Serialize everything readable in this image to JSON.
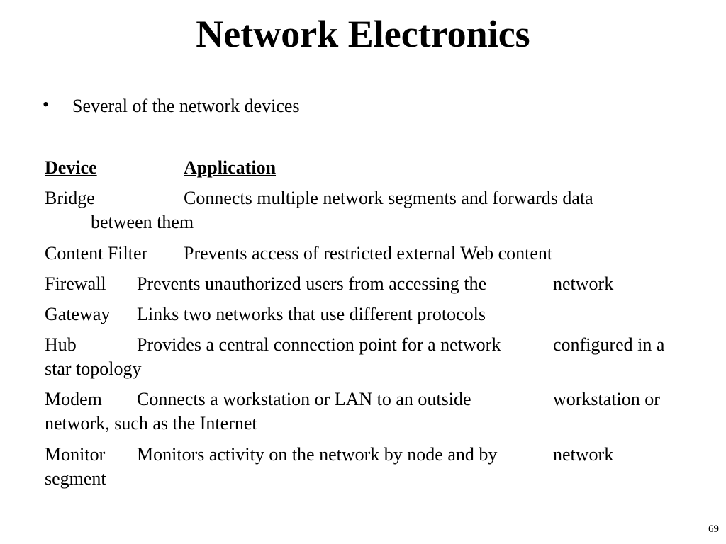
{
  "title": "Network Electronics",
  "bullet": "Several of the network devices",
  "table": {
    "header_device": "Device ",
    "header_application": "Application",
    "rows": [
      {
        "device": "Bridge",
        "app": "Connects multiple network segments and forwards data",
        "cont": "between them"
      },
      {
        "device": "Content Filter",
        "app": "Prevents access of restricted external Web content"
      },
      {
        "device": "Firewall",
        "app": "Prevents unauthorized users from accessing the",
        "tail": "network"
      },
      {
        "device": "Gateway",
        "app": "Links two networks that use different protocols"
      },
      {
        "device": "Hub",
        "app": "Provides a central connection point for a network",
        "tail": "configured in a",
        "cont": "star topology"
      },
      {
        "device": "Modem",
        "app": "Connects a workstation or LAN to an outside",
        "tail": "workstation or",
        "cont": "network, such as the Internet"
      },
      {
        "device": "Monitor",
        "app": "Monitors activity on the network by node and by",
        "tail": "network",
        "cont": "segment"
      }
    ]
  },
  "page_number": "69"
}
